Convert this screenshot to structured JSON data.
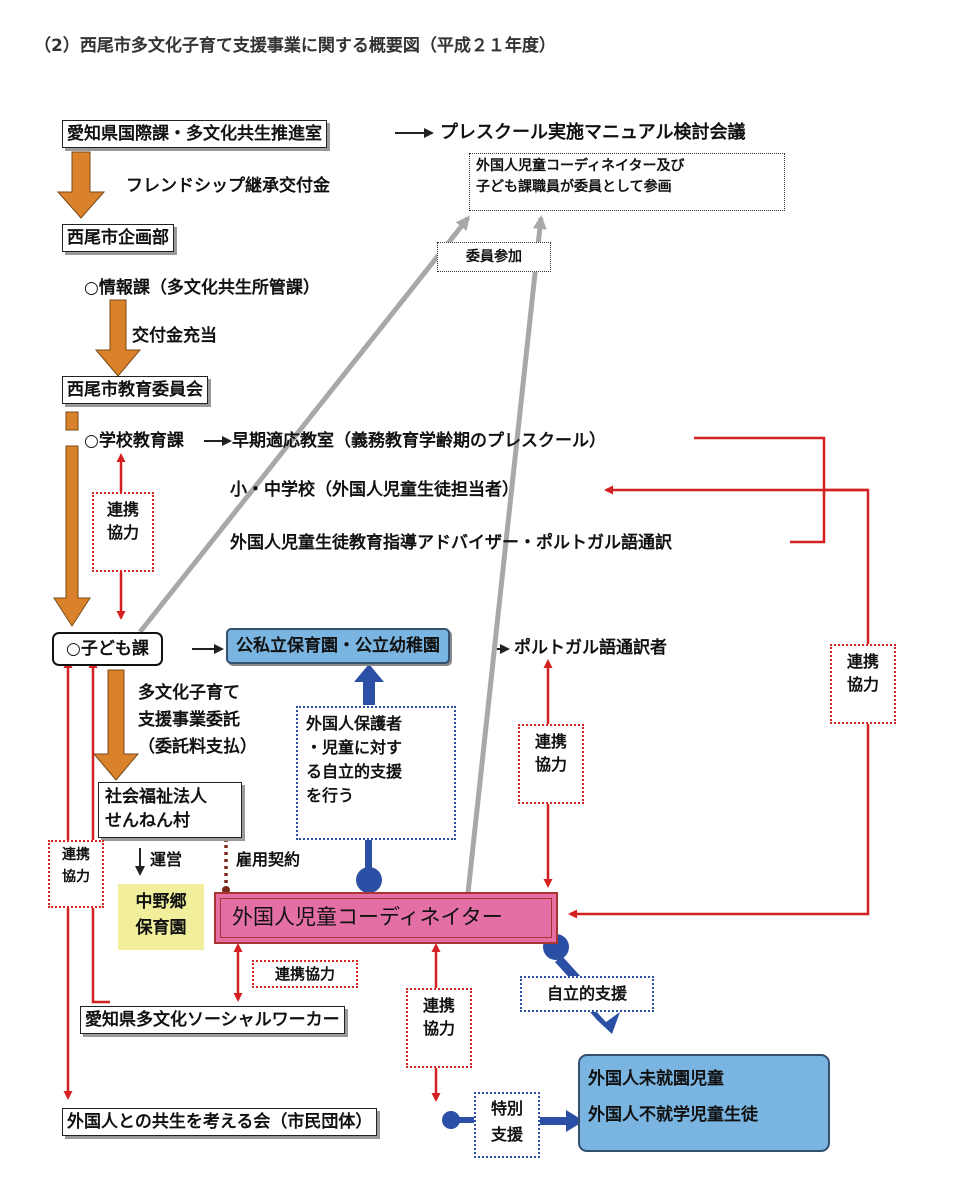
{
  "title": "（2）西尾市多文化子育て支援事業に関する概要図（平成２１年度）",
  "nodes": {
    "aichi_kokusai": "愛知県国際課・多文化共生推進室",
    "friendship": "フレンドシップ継承交付金",
    "kikaku": "西尾市企画部",
    "joho": "○情報課（多文化共生所管課）",
    "koufukin": "交付金充当",
    "kyoiku_iinkai": "西尾市教育委員会",
    "gakko_kyoiku": "○学校教育課",
    "soki_tekio": "早期適応教室（義務教育学齢期のプレスクール）",
    "shochu": "小・中学校（外国人児童生徒担当者）",
    "advisor": "外国人児童生徒教育指導アドバイザー・ポルトガル語通訳",
    "preschool_manual": "プレスクール実施マニュアル検討会議",
    "coordinator_note": [
      "外国人児童コーディネイター及び",
      "子ども課職員が委員として参画"
    ],
    "iin_sanka": "委員参加",
    "kodomo": "○子ども課",
    "hoikuen": "公私立保育園・公立幼稚園",
    "portuguese": "ポルトガル語通訳者",
    "itaku": [
      "多文化子育て",
      "支援事業委託",
      "（委託料支払）"
    ],
    "shakai_fukushi": [
      "社会福祉法人",
      "せんねん村"
    ],
    "unei": "運営",
    "koyo": "雇用契約",
    "nakanogo": [
      "中野郷",
      "保育園"
    ],
    "coordinator": "外国人児童コーディネイター",
    "hogosha_support": [
      "外国人保護者",
      "・児童に対す",
      "る自立的支援",
      "を行う"
    ],
    "social_worker": "愛知県多文化ソーシャルワーカー",
    "shimin_dantai": "外国人との共生を考える会（市民団体）",
    "jiritsu": "自立的支援",
    "tokubetsu": [
      "特別",
      "支援"
    ],
    "mishugaku": [
      "外国人未就園児童",
      "外国人不就学児童生徒"
    ]
  },
  "cooperation_labels": {
    "renkei_kyoryoku": [
      "連携",
      "協力"
    ],
    "renkei_kyoryoku_inline": "連携協力"
  },
  "colors": {
    "orange_arrow": "#d9822b",
    "red_arrow": "#d42020",
    "grey_arrow": "#a8a8a8",
    "blue_arrow": "#2a4fa5",
    "coordinator_fill": "#e36fa5",
    "hoikuen_fill": "#7ab4e0",
    "nakanogo_fill": "#f1ef9c"
  }
}
